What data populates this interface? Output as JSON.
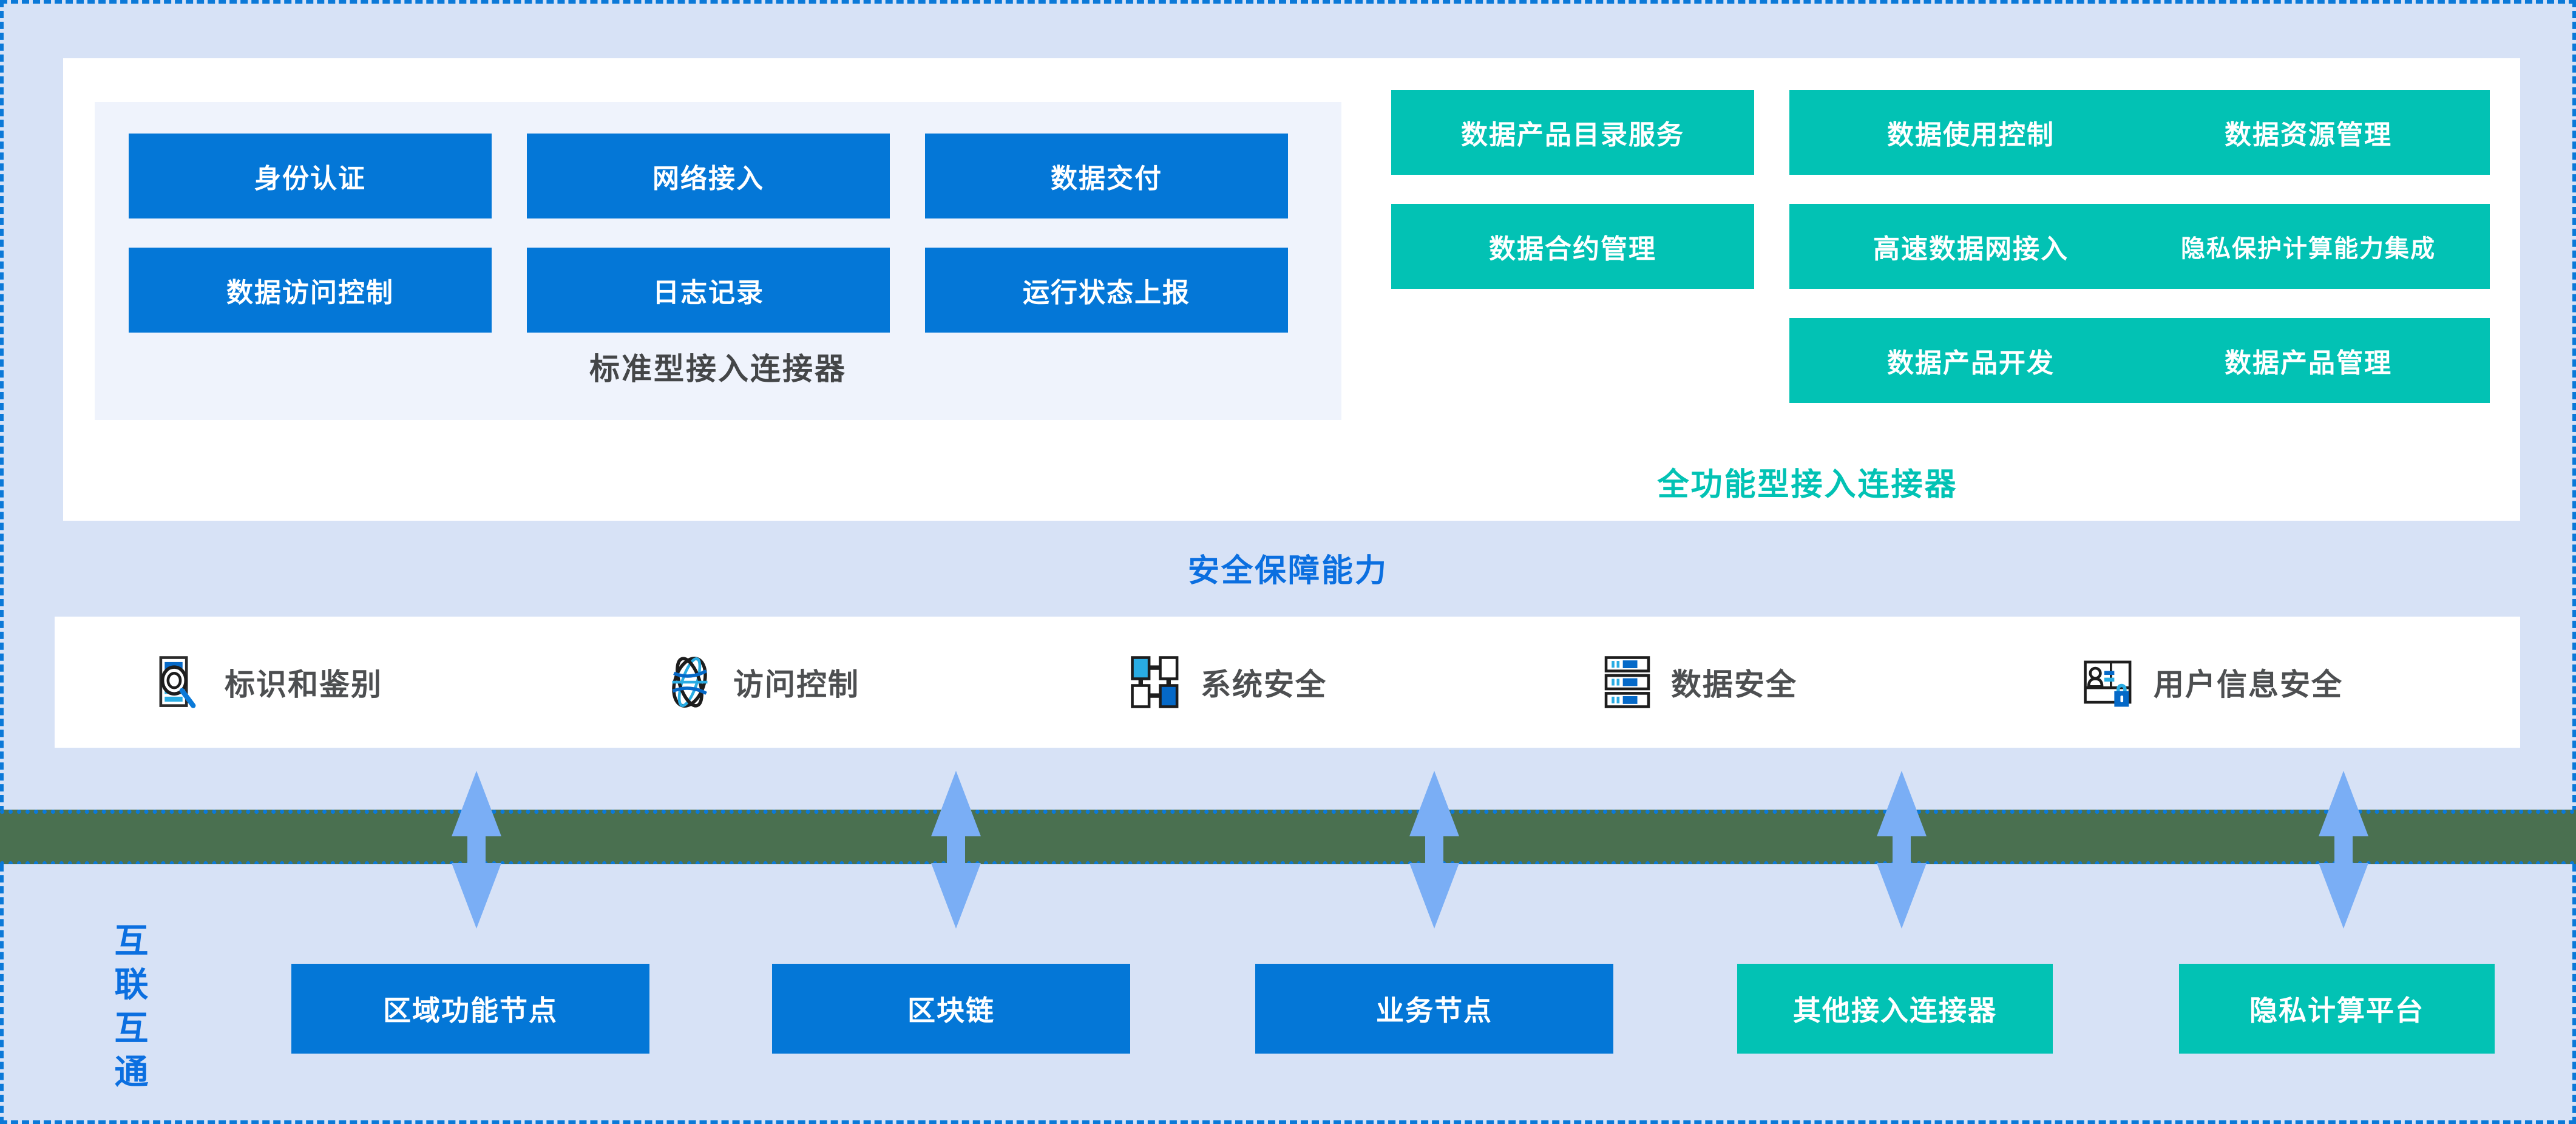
{
  "diagram": {
    "standard_connector": {
      "title": "标准型接入连接器",
      "boxes": [
        {
          "label": "身份认证"
        },
        {
          "label": "网络接入"
        },
        {
          "label": "数据交付"
        },
        {
          "label": "数据访问控制"
        },
        {
          "label": "日志记录"
        },
        {
          "label": "运行状态上报"
        }
      ],
      "color": "#0477d7",
      "panel_background": "#eff3fc"
    },
    "full_function_connector": {
      "title": "全功能型接入连接器",
      "boxes": [
        {
          "label": "数据产品目录服务"
        },
        {
          "label": "数据使用控制"
        },
        {
          "label": "数据资源管理"
        },
        {
          "label": "数据合约管理"
        },
        {
          "label": "高速数据网接入"
        },
        {
          "label": "隐私保护计算能力集成"
        },
        {
          "label": "数据产品开发"
        },
        {
          "label": "数据产品管理"
        }
      ],
      "color": "#02c2b4"
    },
    "security": {
      "title": "安全保障能力",
      "title_color": "#0b6fe0",
      "items": [
        {
          "label": "标识和鉴别",
          "icon": "id-document-magnifier-icon"
        },
        {
          "label": "访问控制",
          "icon": "globe-network-icon"
        },
        {
          "label": "系统安全",
          "icon": "connected-blocks-icon"
        },
        {
          "label": "数据安全",
          "icon": "server-rack-icon"
        },
        {
          "label": "用户信息安全",
          "icon": "id-card-lock-icon"
        }
      ]
    },
    "interconnect": {
      "vertical_label": "互联互通",
      "band_color": "#4a7050",
      "arrow_color": "#7aaef5",
      "arrow_count": 5,
      "nodes": [
        {
          "label": "区域功能节点",
          "color": "#0477d7"
        },
        {
          "label": "区块链",
          "color": "#0477d7"
        },
        {
          "label": "业务节点",
          "color": "#0477d7"
        },
        {
          "label": "其他接入连接器",
          "color": "#02c2b4"
        },
        {
          "label": "隐私计算平台",
          "color": "#02c2b4"
        }
      ]
    },
    "palette": {
      "blue": "#0477d7",
      "teal": "#02c2b4",
      "region_background": "#d7e2f6",
      "dash_border": "#0b79d8",
      "card_background": "#ffffff",
      "green_band": "#4a7050",
      "arrow": "#7aaef5",
      "dark_text": "#444648"
    }
  }
}
